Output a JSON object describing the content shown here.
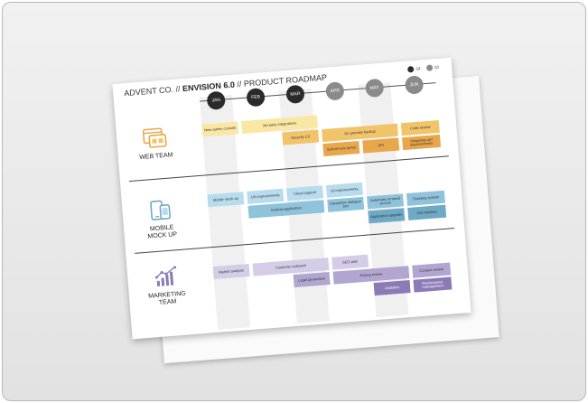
{
  "header": {
    "company": "ADVENT CO.",
    "sep1": "//",
    "product": "ENVISION 6.0",
    "sep2": "//",
    "subtitle": "PRODUCT ROADMAP"
  },
  "legend": [
    {
      "label": "Q1",
      "color": "#2b2b2b"
    },
    {
      "label": "Q2",
      "color": "#8a8a8a"
    }
  ],
  "months": [
    {
      "label": "JAN",
      "color": "#2b2b2b"
    },
    {
      "label": "FEB",
      "color": "#2b2b2b"
    },
    {
      "label": "MAR",
      "color": "#2b2b2b"
    },
    {
      "label": "APR",
      "color": "#8a8a8a"
    },
    {
      "label": "MAY",
      "color": "#8a8a8a"
    },
    {
      "label": "JUN",
      "color": "#8a8a8a"
    }
  ],
  "teams": {
    "web": {
      "label": "WEB TEAM",
      "icon": "web-window-icon",
      "items": {
        "new_admin": "New admin console",
        "third_party": "3rd party integrations",
        "security": "Security 2.0",
        "on_premise": "On premise backup",
        "code_review": "Code review",
        "self_service": "Self-service portal",
        "api": "API",
        "shopping_cart": "Shopping cart improvements"
      }
    },
    "mobile": {
      "label_line1": "MOBILE",
      "label_line2": "MOCK UP",
      "icon": "mobile-devices-icon",
      "items": {
        "mobile_mock": "Mobile mock up",
        "ux": "UX improvements",
        "cloud": "Cloud support",
        "ui": "UI improvements",
        "android": "Android application",
        "interactive": "Interactive dialogue box",
        "automatic": "Automatic renewal service",
        "ticketing": "Ticketing system",
        "app_upgrade": "Application upgrade",
        "ios": "iOS initiative"
      }
    },
    "marketing": {
      "label_line1": "MARKETING",
      "label_line2": "TEAM",
      "icon": "growth-chart-icon",
      "items": {
        "market": "Market analysis",
        "outreach": "Customer outreach",
        "seo": "SEO plan",
        "legal": "Legal generation",
        "pricing": "Pricing review",
        "content": "Content review",
        "analytics": "Analytics",
        "performance": "Performance management"
      }
    }
  }
}
